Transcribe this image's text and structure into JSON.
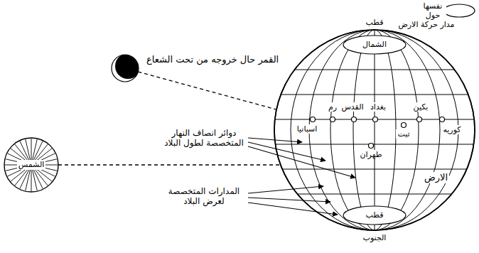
{
  "diagram": {
    "nodes": [
      {
        "text": [
          "الشمس"
        ]
      },
      {
        "text": [
          "القمر حال خروجه من تحت الشعاع"
        ]
      },
      {
        "text": [
          "الارض"
        ]
      }
    ],
    "edges": [
      {
        "from": 0,
        "to": 2,
        "arrow": "none"
      },
      {
        "from": 1,
        "to": 2,
        "arrow": "none"
      }
    ],
    "labels": [
      "نفسها حول",
      "قطب",
      "مدار حركة الارض",
      "الشمال",
      "اسبانيا",
      "رم",
      "القدس",
      "بغداد",
      "طهران",
      "بكين",
      "تبت",
      "كوريه",
      "دوائر انصاف النهار المتخصصة لطول البلاد",
      "المدارات المتخصصة لعرض البلاد",
      "قطب",
      "الجنوب"
    ]
  }
}
